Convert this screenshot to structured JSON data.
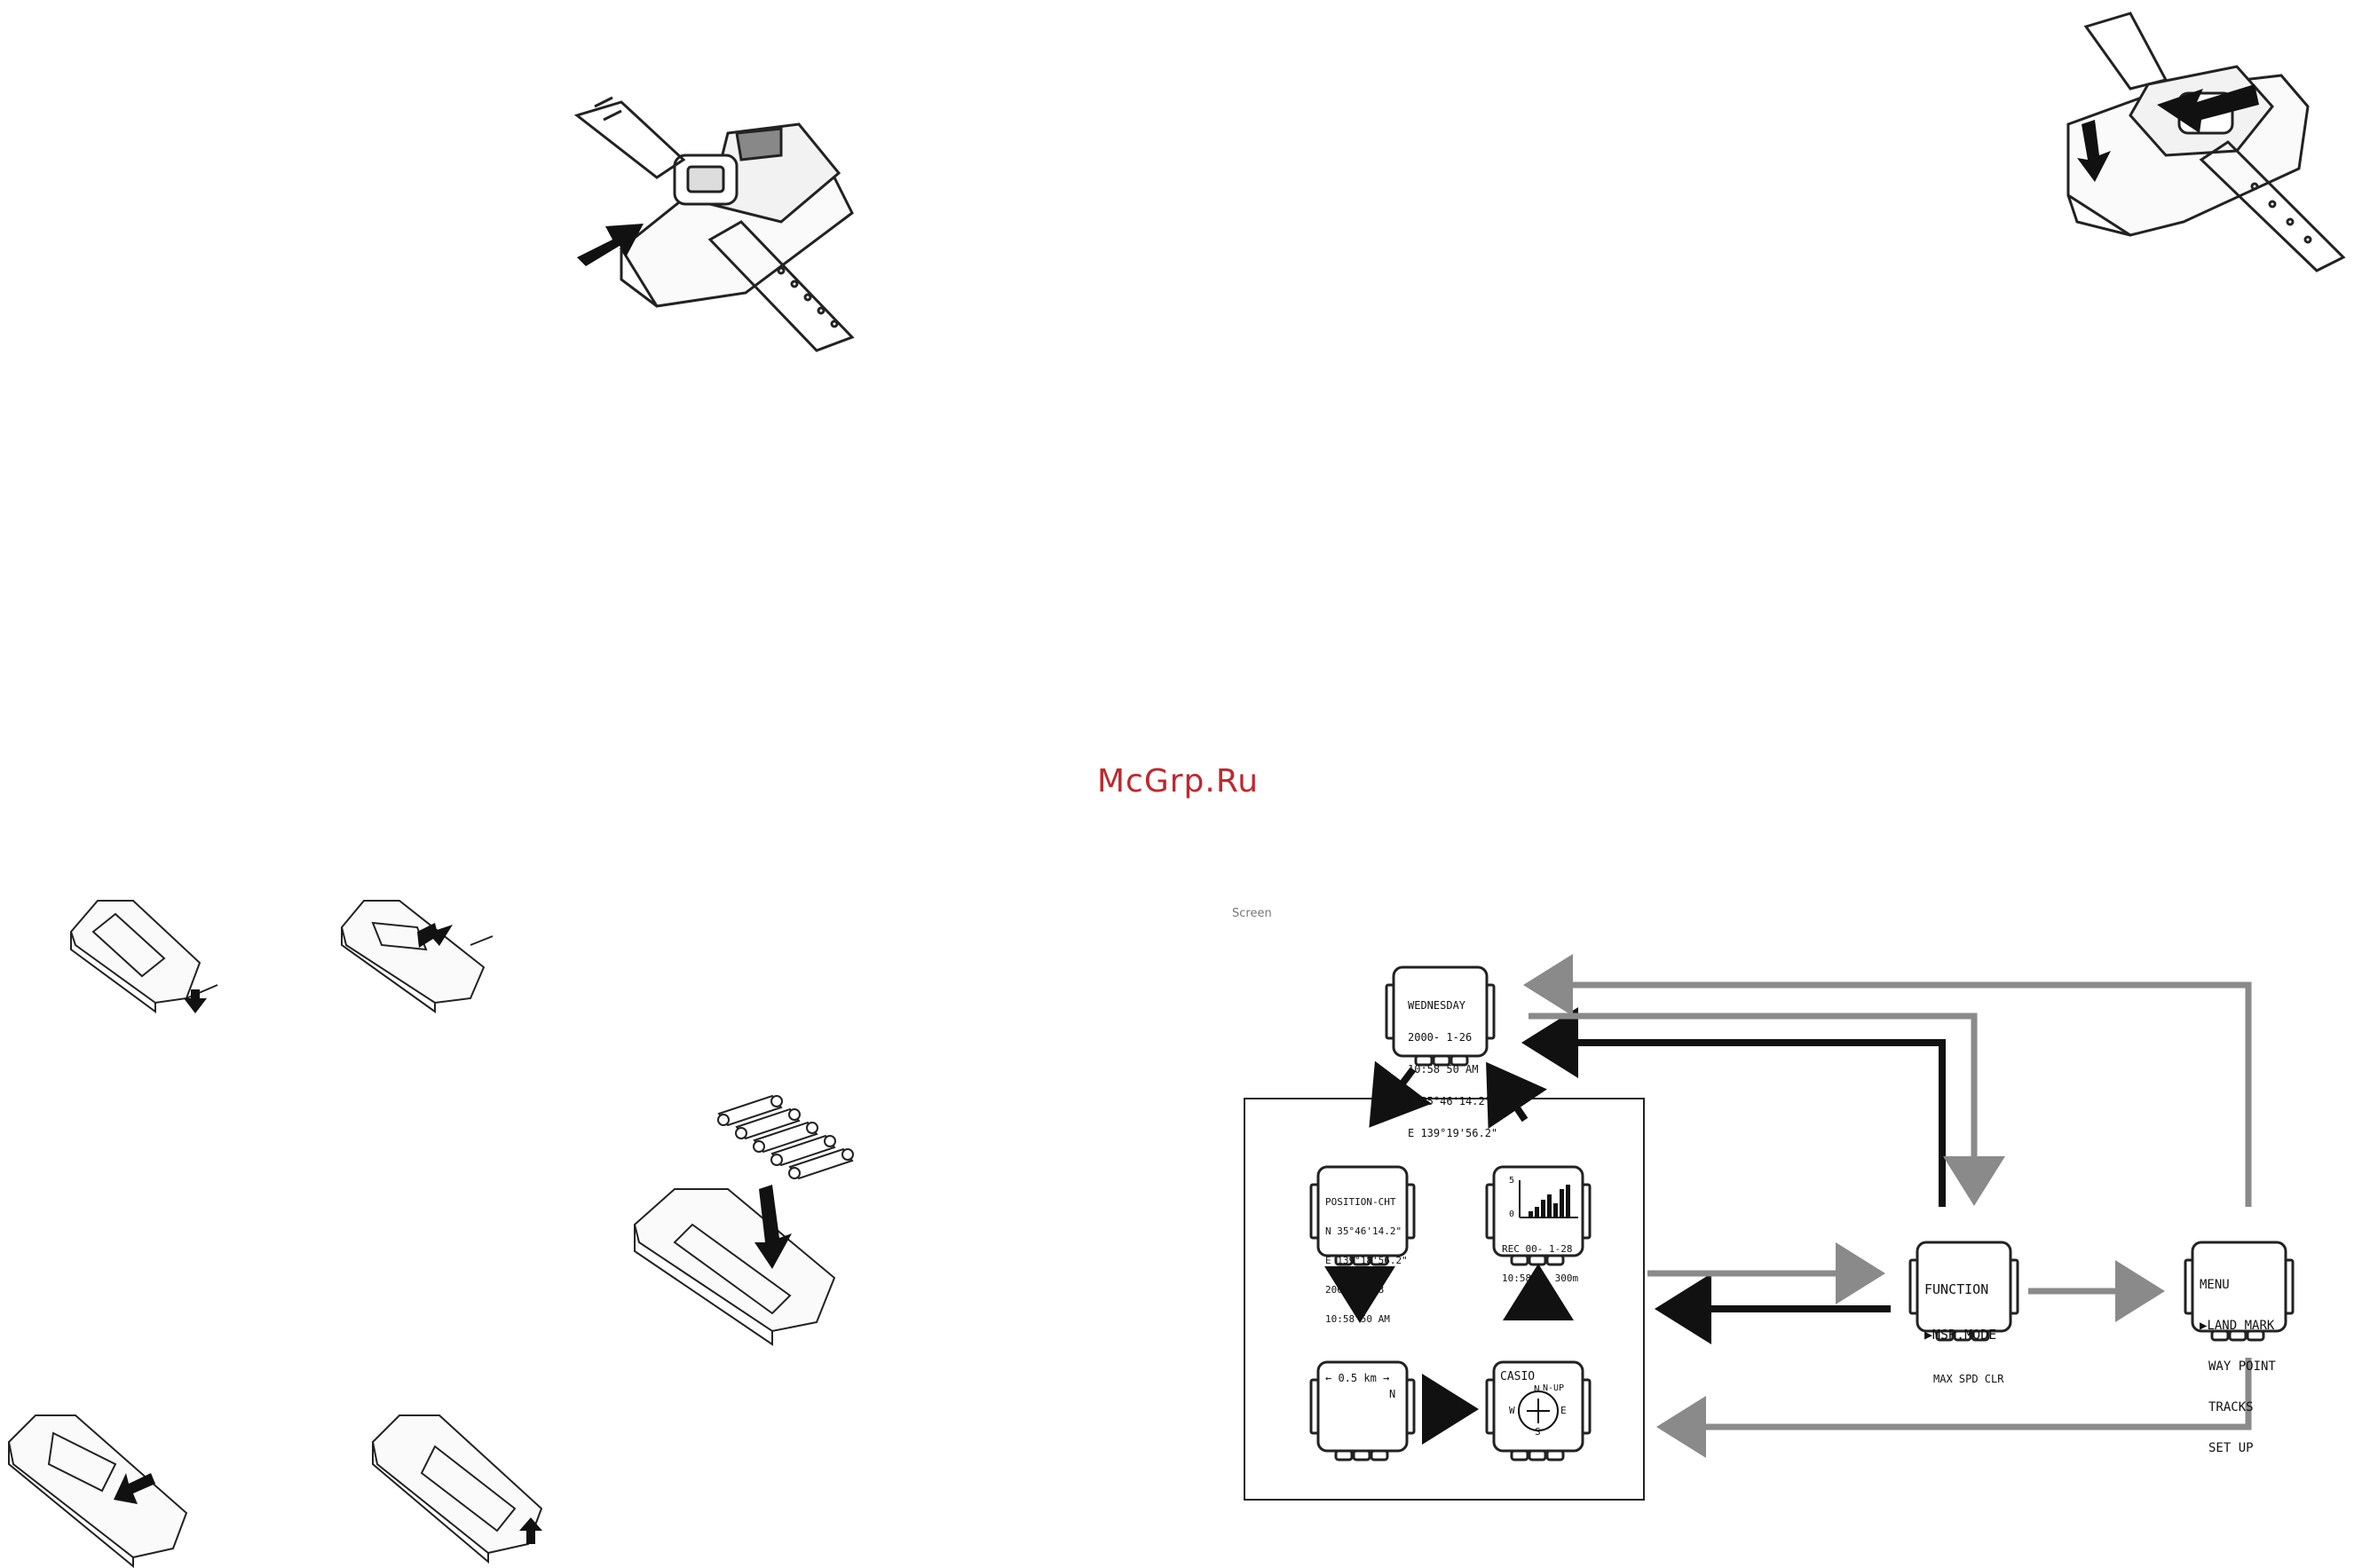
{
  "watermark": "McGrp.Ru",
  "corner_note": "Screen",
  "screens": {
    "home": {
      "line1": "WEDNESDAY",
      "line2": "2000- 1-26",
      "line3": "10:58 50",
      "line3b": "AM",
      "line4": "N 35°46'14.2\"",
      "line5": "E 139°19'56.2\""
    },
    "position": {
      "line1": "POSITION-CHT",
      "line2": "N 35°46'14.2\"",
      "line3": "E 139°18'56.2\"",
      "line4": "2000- 1-28",
      "line5": "10:58 50",
      "line5b": "AM"
    },
    "altitude": {
      "axis_top": "5",
      "axis_bot": "0",
      "line1": "REC 00- 1-28",
      "line2": "10:58",
      "line2b": "300m"
    },
    "map": {
      "scale": "0.5 km",
      "north": "N"
    },
    "compass": {
      "brand": "CASIO",
      "mode": "N-UP",
      "n": "N",
      "e": "E",
      "w": "W",
      "s": "S"
    },
    "function": {
      "title": "FUNCTION",
      "item1": "MSR.MODE",
      "item2": "MAX SPD CLR"
    },
    "menu": {
      "title": "MENU",
      "item1": "LAND MARK",
      "item2": "WAY POINT",
      "item3": "TRACKS",
      "item4": "SET UP"
    }
  },
  "colors": {
    "ink": "#111111",
    "gray_arrow": "#8a8a8a",
    "watermark": "#c0272d"
  }
}
